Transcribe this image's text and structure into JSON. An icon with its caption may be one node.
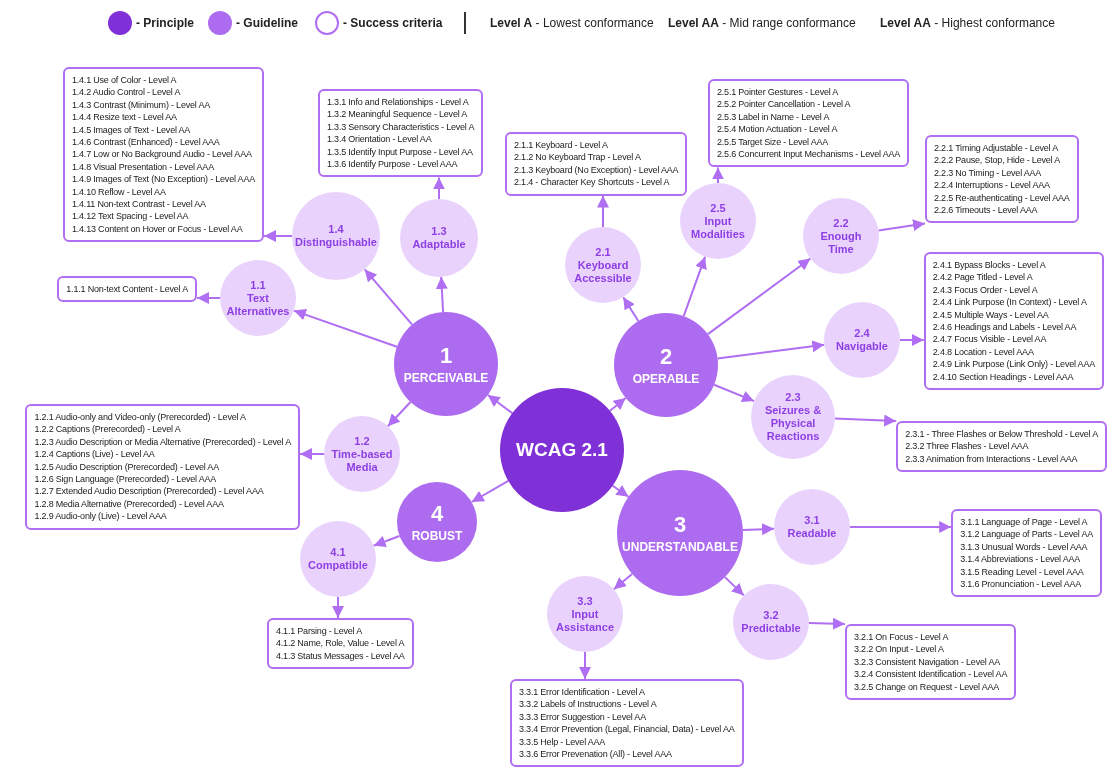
{
  "diagram": {
    "nodes": [
      {
        "text": [
          "WCAG 2.1"
        ]
      },
      {
        "text": [
          "1",
          "PERCEIVABLE"
        ]
      },
      {
        "text": [
          "2",
          "OPERABLE"
        ]
      },
      {
        "text": [
          "3",
          "UNDERSTANDABLE"
        ]
      },
      {
        "text": [
          "4",
          "ROBUST"
        ]
      },
      {
        "text": [
          "1.1",
          "Text Alternatives"
        ]
      },
      {
        "text": [
          "1.4",
          "Distinguishable"
        ]
      },
      {
        "text": [
          "1.3",
          "Adaptable"
        ]
      },
      {
        "text": [
          "1.2",
          "Time-based Media"
        ]
      },
      {
        "text": [
          "4.1",
          "Compatible"
        ]
      },
      {
        "text": [
          "2.1",
          "Keyboard Accessible"
        ]
      },
      {
        "text": [
          "2.5",
          "Input Modalities"
        ]
      },
      {
        "text": [
          "2.2",
          "Enough Time"
        ]
      },
      {
        "text": [
          "2.4",
          "Navigable"
        ]
      },
      {
        "text": [
          "2.3",
          "Seizures & Physical Reactions"
        ]
      },
      {
        "text": [
          "3.1",
          "Readable"
        ]
      },
      {
        "text": [
          "3.2",
          "Predictable"
        ]
      },
      {
        "text": [
          "3.3",
          "Input Assistance"
        ]
      },
      {
        "text": [
          "1.1.1 Non-text Content - Level A"
        ]
      },
      {
        "text": [
          "1.4.1 Use of Color - Level A",
          "1.4.2 Audio Control - Level A",
          "1.4.3 Contrast (Minimum) - Level AA",
          "1.4.4 Resize text - Level AA",
          "1.4.5 Images of Text - Level AA",
          "1.4.6 Contrast (Enhanced) - Level AAA",
          "1.4.7 Low or No Background Audio - Level AAA",
          "1.4.8 Visual Presentation - Level AAA",
          "1.4.9 Images of Text (No Exception) - Level AAA",
          "1.4.10 Reflow - Level AA",
          "1.4.11 Non-text Contrast - Level AA",
          "1.4.12 Text Spacing - Level AA",
          "1.4.13 Content on Hover or Focus - Level AA"
        ]
      },
      {
        "text": [
          "1.3.1 Info and Relationships - Level A",
          "1.3.2 Meaningful Sequence - Level A",
          "1.3.3 Sensory Characteristics - Level A",
          "1.3.4 Orientation - Level AA",
          "1.3.5 Identify Input Purpose - Level AA",
          "1.3.6 Identify Purpose - Level AAA"
        ]
      },
      {
        "text": [
          "1.2.1 Audio-only and Video-only (Prerecorded) - Level A",
          "1.2.2 Captions (Prerecorded) - Level A",
          "1.2.3 Audio Description or Media Alternative (Prerecorded) - Level A",
          "1.2.4 Captions (Live) - Level AA",
          "1.2.5 Audio Description (Prerecorded) - Level AA",
          "1.2.6 Sign Language (Prerecorded) - Level AAA",
          "1.2.7 Extended Audio Description (Prerecorded) - Level AAA",
          "1.2.8 Media Alternative (Prerecorded) - Level AAA",
          "1.2.9 Audio-only (Live) - Level AAA"
        ]
      },
      {
        "text": [
          "4.1.1 Parsing - Level A",
          "4.1.2 Name, Role, Value - Level A",
          "4.1.3 Status Messages - Level AA"
        ]
      },
      {
        "text": [
          "2.1.1 Keyboard - Level A",
          "2.1.2 No Keyboard Trap - Level A",
          "2.1.3 Keyboard (No Exception) - Level AAA",
          "2.1.4 - Character Key Shortcuts - Level A"
        ]
      },
      {
        "text": [
          "2.5.1 Pointer Gestures - Level A",
          "2.5.2 Pointer Cancellation - Level A",
          "2.5.3 Label in Name - Level A",
          "2.5.4 Motion Actuation - Level A",
          "2.5.5 Target Size - Level AAA",
          "2.5.6 Concurrent Input Mechanisms - Level AAA"
        ]
      },
      {
        "text": [
          "2.2.1 Timing Adjustable - Level A",
          "2.2.2 Pause, Stop, Hide - Level A",
          "2.2.3 No Timing - Level AAA",
          "2.2.4 Interruptions - Level AAA",
          "2.2.5 Re-authenticating - Level AAA",
          "2.2.6 Timeouts - Level AAA"
        ]
      },
      {
        "text": [
          "2.4.1 Bypass Blocks - Level A",
          "2.4.2 Page Titled - Level A",
          "2.4.3 Focus Order - Level A",
          "2.4.4 Link Purpose (In Context) - Level A",
          "2.4.5 Multiple Ways - Level AA",
          "2.4.6 Headings and Labels - Level AA",
          "2.4.7 Focus Visible - Level AA",
          "2.4.8 Location - Level AAA",
          "2.4.9 Link Purpose (Link Only) - Level AAA",
          "2.4.10 Section Headings - Level AAA"
        ]
      },
      {
        "text": [
          "2.3.1 - Three Flashes or Below Threshold - Level A",
          "2.3.2 Three Flashes - Level AAA",
          "2.3.3 Animation from Interactions - Level AAA"
        ]
      },
      {
        "text": [
          "3.1.1 Language of Page - Level A",
          "3.1.2 Language of Parts - Level AA",
          "3.1.3 Unusual Words - Level AAA",
          "3.1.4 Abbreviations - Level AAA",
          "3.1.5 Reading Level - Level AAA",
          "3.1.6 Pronunciation - Level AAA"
        ]
      },
      {
        "text": [
          "3.2.1 On Focus - Level A",
          "3.2.2 On Input - Level A",
          "3.2.3 Consistent Navigation - Level AA",
          "3.2.4 Consistent Identification - Level AA",
          "3.2.5 Change on Request - Level AAA"
        ]
      },
      {
        "text": [
          "3.3.1 Error Identification - Level A",
          "3.3.2 Labels of Instructions - Level A",
          "3.3.3 Error Suggestion - Level AA",
          "3.3.4 Error Prevention (Legal, Financial, Data) - Level AA",
          "3.3.5 Help - Level AAA",
          "3.3.6 Error Prevenation (All) - Level AAA"
        ]
      }
    ],
    "edges": [
      {
        "from": 0,
        "to": 1,
        "arrow": "to"
      },
      {
        "from": 0,
        "to": 2,
        "arrow": "to"
      },
      {
        "from": 0,
        "to": 3,
        "arrow": "to"
      },
      {
        "from": 0,
        "to": 4,
        "arrow": "to"
      },
      {
        "from": 1,
        "to": 5,
        "arrow": "to"
      },
      {
        "from": 1,
        "to": 6,
        "arrow": "to"
      },
      {
        "from": 1,
        "to": 7,
        "arrow": "to"
      },
      {
        "from": 1,
        "to": 8,
        "arrow": "to"
      },
      {
        "from": 4,
        "to": 9,
        "arrow": "to"
      },
      {
        "from": 2,
        "to": 10,
        "arrow": "to"
      },
      {
        "from": 2,
        "to": 11,
        "arrow": "to"
      },
      {
        "from": 2,
        "to": 12,
        "arrow": "to"
      },
      {
        "from": 2,
        "to": 13,
        "arrow": "to"
      },
      {
        "from": 2,
        "to": 14,
        "arrow": "to"
      },
      {
        "from": 3,
        "to": 15,
        "arrow": "to"
      },
      {
        "from": 3,
        "to": 16,
        "arrow": "to"
      },
      {
        "from": 3,
        "to": 17,
        "arrow": "to"
      },
      {
        "from": 5,
        "to": 18,
        "arrow": "to"
      },
      {
        "from": 6,
        "to": 19,
        "arrow": "to"
      },
      {
        "from": 7,
        "to": 20,
        "arrow": "to"
      },
      {
        "from": 8,
        "to": 21,
        "arrow": "to"
      },
      {
        "from": 9,
        "to": 22,
        "arrow": "to"
      },
      {
        "from": 10,
        "to": 23,
        "arrow": "to"
      },
      {
        "from": 11,
        "to": 24,
        "arrow": "to"
      },
      {
        "from": 12,
        "to": 25,
        "arrow": "to"
      },
      {
        "from": 13,
        "to": 26,
        "arrow": "to"
      },
      {
        "from": 14,
        "to": 27,
        "arrow": "to"
      },
      {
        "from": 15,
        "to": 28,
        "arrow": "to"
      },
      {
        "from": 16,
        "to": 29,
        "arrow": "to"
      },
      {
        "from": 17,
        "to": 30,
        "arrow": "to"
      }
    ],
    "labels": [
      "**Level A** - Lowest conformance",
      "**Level AA** - Mid range conformance",
      "**Level AA** - Highest conformance"
    ],
    "legend": [
      {
        "text": "- Principle",
        "color": "#7f30d6"
      },
      {
        "text": "- Guideline",
        "color": "#ad6cf0"
      },
      {
        "text": "- Success criteria"
      }
    ]
  }
}
